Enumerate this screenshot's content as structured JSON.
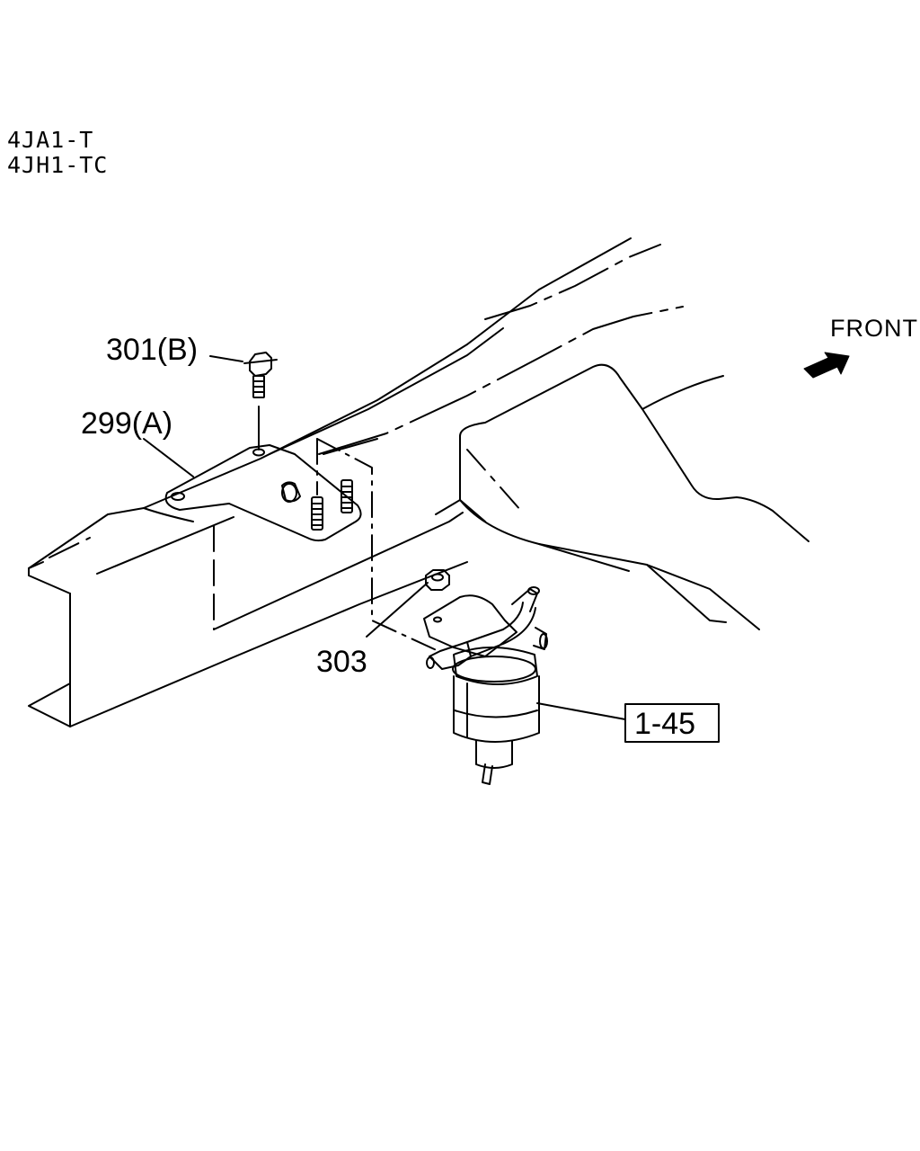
{
  "engine_codes": [
    "4JA1-T",
    "4JH1-TC"
  ],
  "direction_label": "FRONT",
  "callouts": {
    "bolt": "301(B)",
    "bracket": "299(A)",
    "nut": "303",
    "filter_ref": "1-45"
  },
  "icons": {
    "direction_arrow": "front-arrow-icon"
  }
}
